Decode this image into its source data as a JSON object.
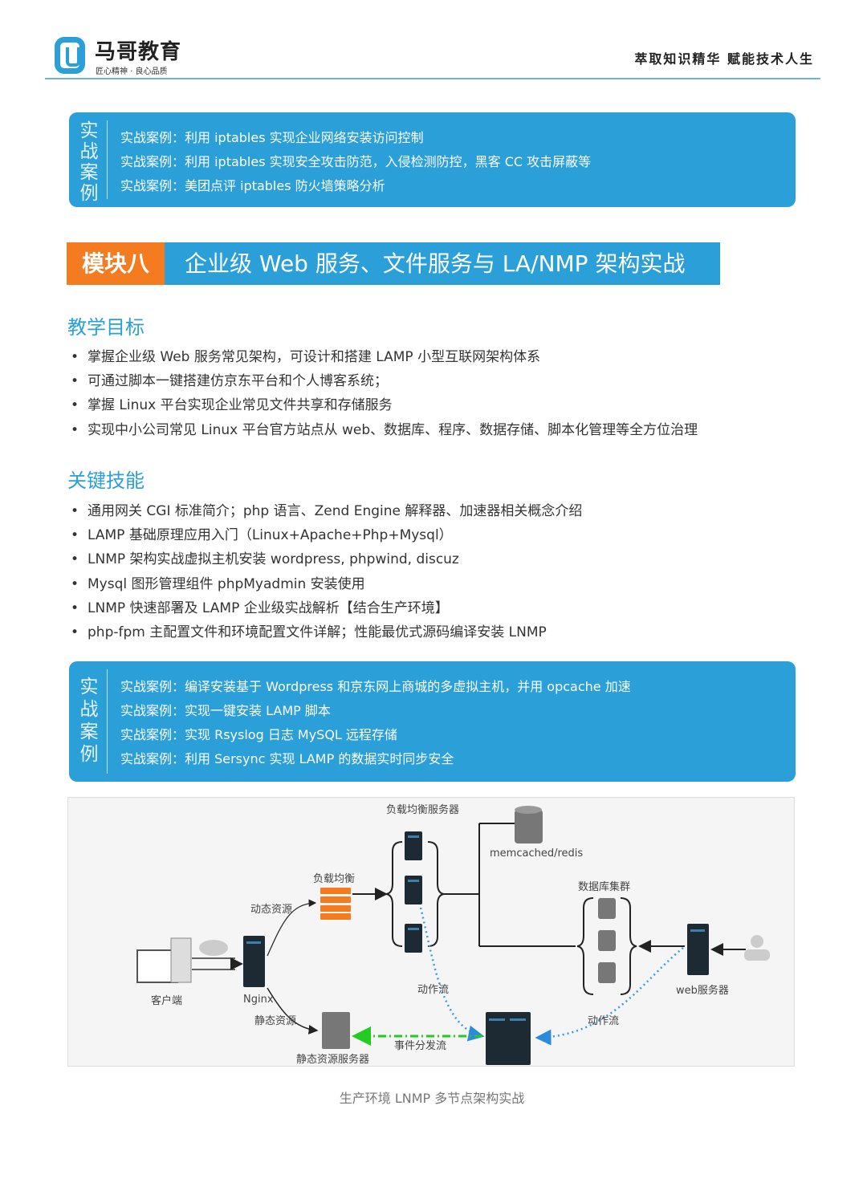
{
  "header": {
    "brand": "马哥教育",
    "brand_sub": "匠心精神 · 良心品质",
    "slogan": "萃取知识精华  赋能技术人生"
  },
  "case1": {
    "tag": "实战案例",
    "items": [
      "实战案例：利用 iptables 实现企业网络安装访问控制",
      "实战案例：利用 iptables 实现安全攻击防范，入侵检测防控，黑客 CC 攻击屏蔽等",
      "实战案例：美团点评 iptables 防火墙策略分析"
    ]
  },
  "module": {
    "number": "模块八",
    "title": "企业级 Web 服务、文件服务与 LA/NMP 架构实战"
  },
  "goals": {
    "heading": "教学目标",
    "items": [
      "掌握企业级 Web 服务常见架构，可设计和搭建 LAMP 小型互联网架构体系",
      "可通过脚本一键搭建仿京东平台和个人博客系统；",
      "掌握 Linux 平台实现企业常见文件共享和存储服务",
      "实现中小公司常见 Linux 平台官方站点从 web、数据库、程序、数据存储、脚本化管理等全方位治理"
    ]
  },
  "skills": {
    "heading": "关键技能",
    "items": [
      "通用网关 CGI 标准简介；php 语言、Zend Engine 解释器、加速器相关概念介绍",
      "LAMP 基础原理应用入门（Linux+Apache+Php+Mysql）",
      "LNMP 架构实战虚拟主机安装 wordpress, phpwind, discuz",
      "Mysql 图形管理组件 phpMyadmin 安装使用",
      "LNMP 快速部署及 LAMP 企业级实战解析【结合生产环境】",
      "php-fpm 主配置文件和环境配置文件详解；性能最优式源码编译安装 LNMP"
    ]
  },
  "case2": {
    "tag": "实战案例",
    "items": [
      "实战案例：编译安装基于 Wordpress 和京东网上商城的多虚拟主机，并用 opcache 加速",
      "实战案例：实现一键安装 LAMP 脚本",
      "实战案例：实现 Rsyslog 日志 MySQL 远程存储",
      "实战案例：利用 Sersync 实现 LAMP 的数据实时同步安全"
    ]
  },
  "diagram": {
    "lb_servers": "负载均衡服务器",
    "cache": "memcached/redis",
    "lb": "负载均衡",
    "dynamic": "动态资源",
    "db_cluster": "数据库集群",
    "client": "客户端",
    "nginx": "Nginx",
    "static": "静态资源",
    "static_server": "静态资源服务器",
    "action1": "动作流",
    "action2": "动作流",
    "event": "事件分发流",
    "web": "web服务器"
  },
  "caption": "生产环境 LNMP 多节点架构实战",
  "colors": {
    "blue": "#2a9fd8",
    "orange": "#f47b20"
  }
}
